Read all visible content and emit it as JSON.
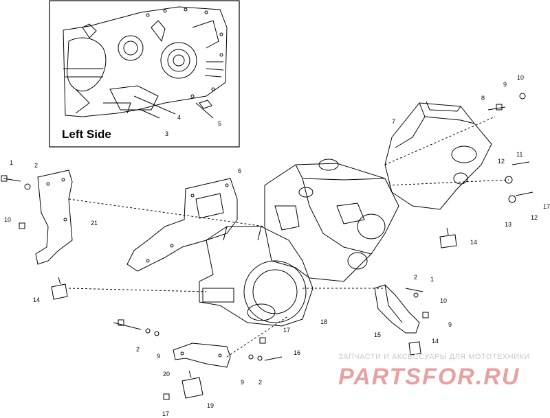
{
  "inset": {
    "title": "Left Side"
  },
  "callouts": [
    {
      "label": "3"
    },
    {
      "label": "4"
    },
    {
      "label": "5"
    },
    {
      "label": "1"
    },
    {
      "label": "2"
    },
    {
      "label": "10"
    },
    {
      "label": "21"
    },
    {
      "label": "14"
    },
    {
      "label": "6"
    },
    {
      "label": "7"
    },
    {
      "label": "8"
    },
    {
      "label": "9"
    },
    {
      "label": "10"
    },
    {
      "label": "11"
    },
    {
      "label": "12"
    },
    {
      "label": "17"
    },
    {
      "label": "12"
    },
    {
      "label": "13"
    },
    {
      "label": "14"
    },
    {
      "label": "18"
    },
    {
      "label": "2"
    },
    {
      "label": "1"
    },
    {
      "label": "10"
    },
    {
      "label": "9"
    },
    {
      "label": "15"
    },
    {
      "label": "14"
    },
    {
      "label": "17"
    },
    {
      "label": "2"
    },
    {
      "label": "9"
    },
    {
      "label": "16"
    },
    {
      "label": "9"
    },
    {
      "label": "2"
    },
    {
      "label": "20"
    },
    {
      "label": "19"
    },
    {
      "label": "17"
    }
  ],
  "watermark": {
    "tagline": "ЗАПЧАСТИ И АКСЕССУАРЫ ДЛЯ МОТОТЕХНИКИ",
    "logo": "PARTSFOR.RU",
    "color": "#e8a0a0"
  }
}
